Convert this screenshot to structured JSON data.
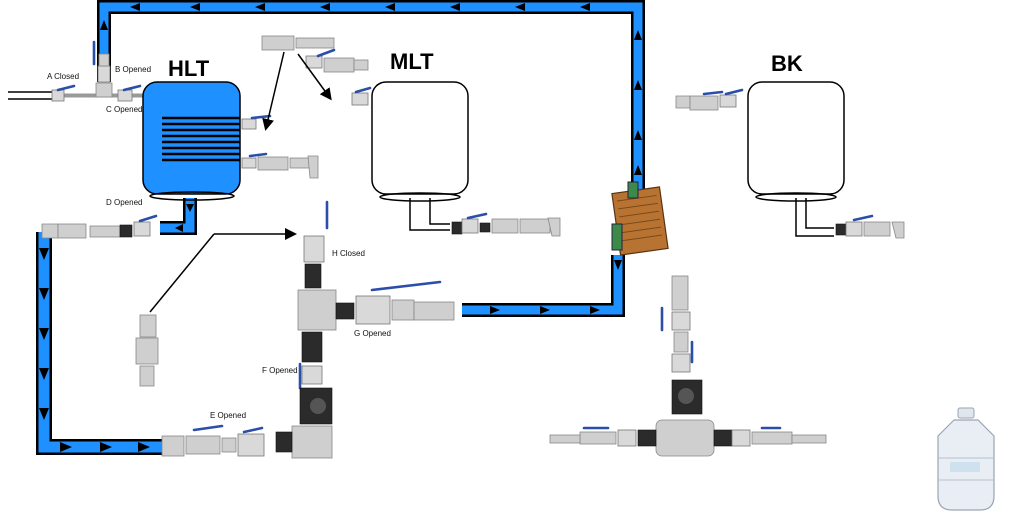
{
  "vessels": {
    "hlt": "HLT",
    "mlt": "MLT",
    "bk": "BK"
  },
  "valves": {
    "a": "A Closed",
    "b": "B Opened",
    "c": "C Opened",
    "d": "D Opened",
    "e": "E Opened",
    "f": "F Opened",
    "g": "G Opened",
    "h": "H Closed"
  },
  "colors": {
    "flow_fill": "#1e90ff",
    "pipe_outline": "#000000",
    "handle": "#2b4ea8"
  },
  "icons": {
    "flow_arrow": "arrow-icon",
    "heat_exchanger": "plate-chiller-icon",
    "carboy": "water-carboy-icon"
  }
}
